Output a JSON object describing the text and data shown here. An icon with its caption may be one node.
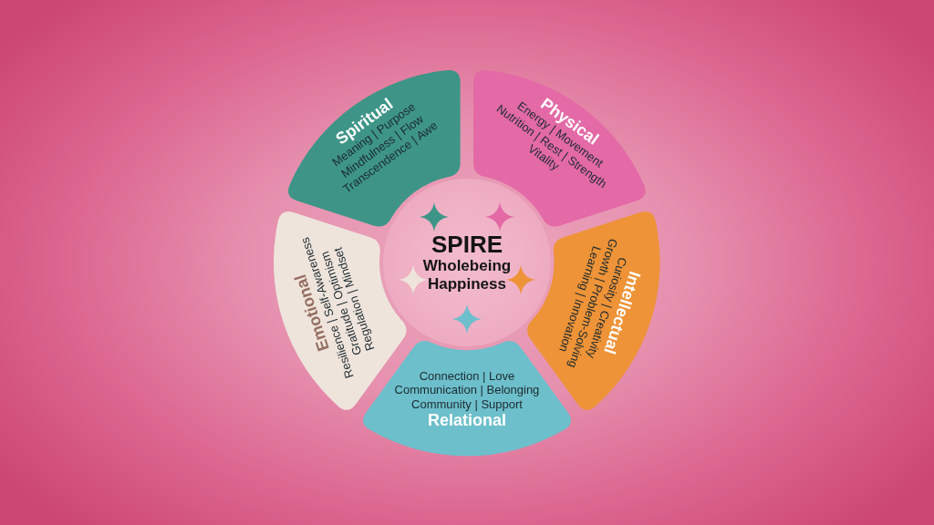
{
  "diagram": {
    "nodes": [
      {
        "text": [
          "SPIRE",
          "Wholebeing Happiness"
        ]
      },
      {
        "text": [
          "Spiritual",
          "Meaning | Purpose",
          "Mindfulness | Flow",
          "Transcendence | Awe"
        ]
      },
      {
        "text": [
          "Physical",
          "Energy | Movement",
          "Nutrition | Rest | Strength",
          "Vitality"
        ]
      },
      {
        "text": [
          "Intellectual",
          "Curiosity | Creativity",
          "Growth | Problem-Solving",
          "Learning | Innovation"
        ]
      },
      {
        "text": [
          "Connection | Love",
          "Communication | Belonging",
          "Community | Support",
          "Relational"
        ]
      },
      {
        "text": [
          "Emotional",
          "Resilience | Self-Awareness",
          "Gratitude | Optimism",
          "Regulation | Mindset"
        ]
      }
    ]
  }
}
